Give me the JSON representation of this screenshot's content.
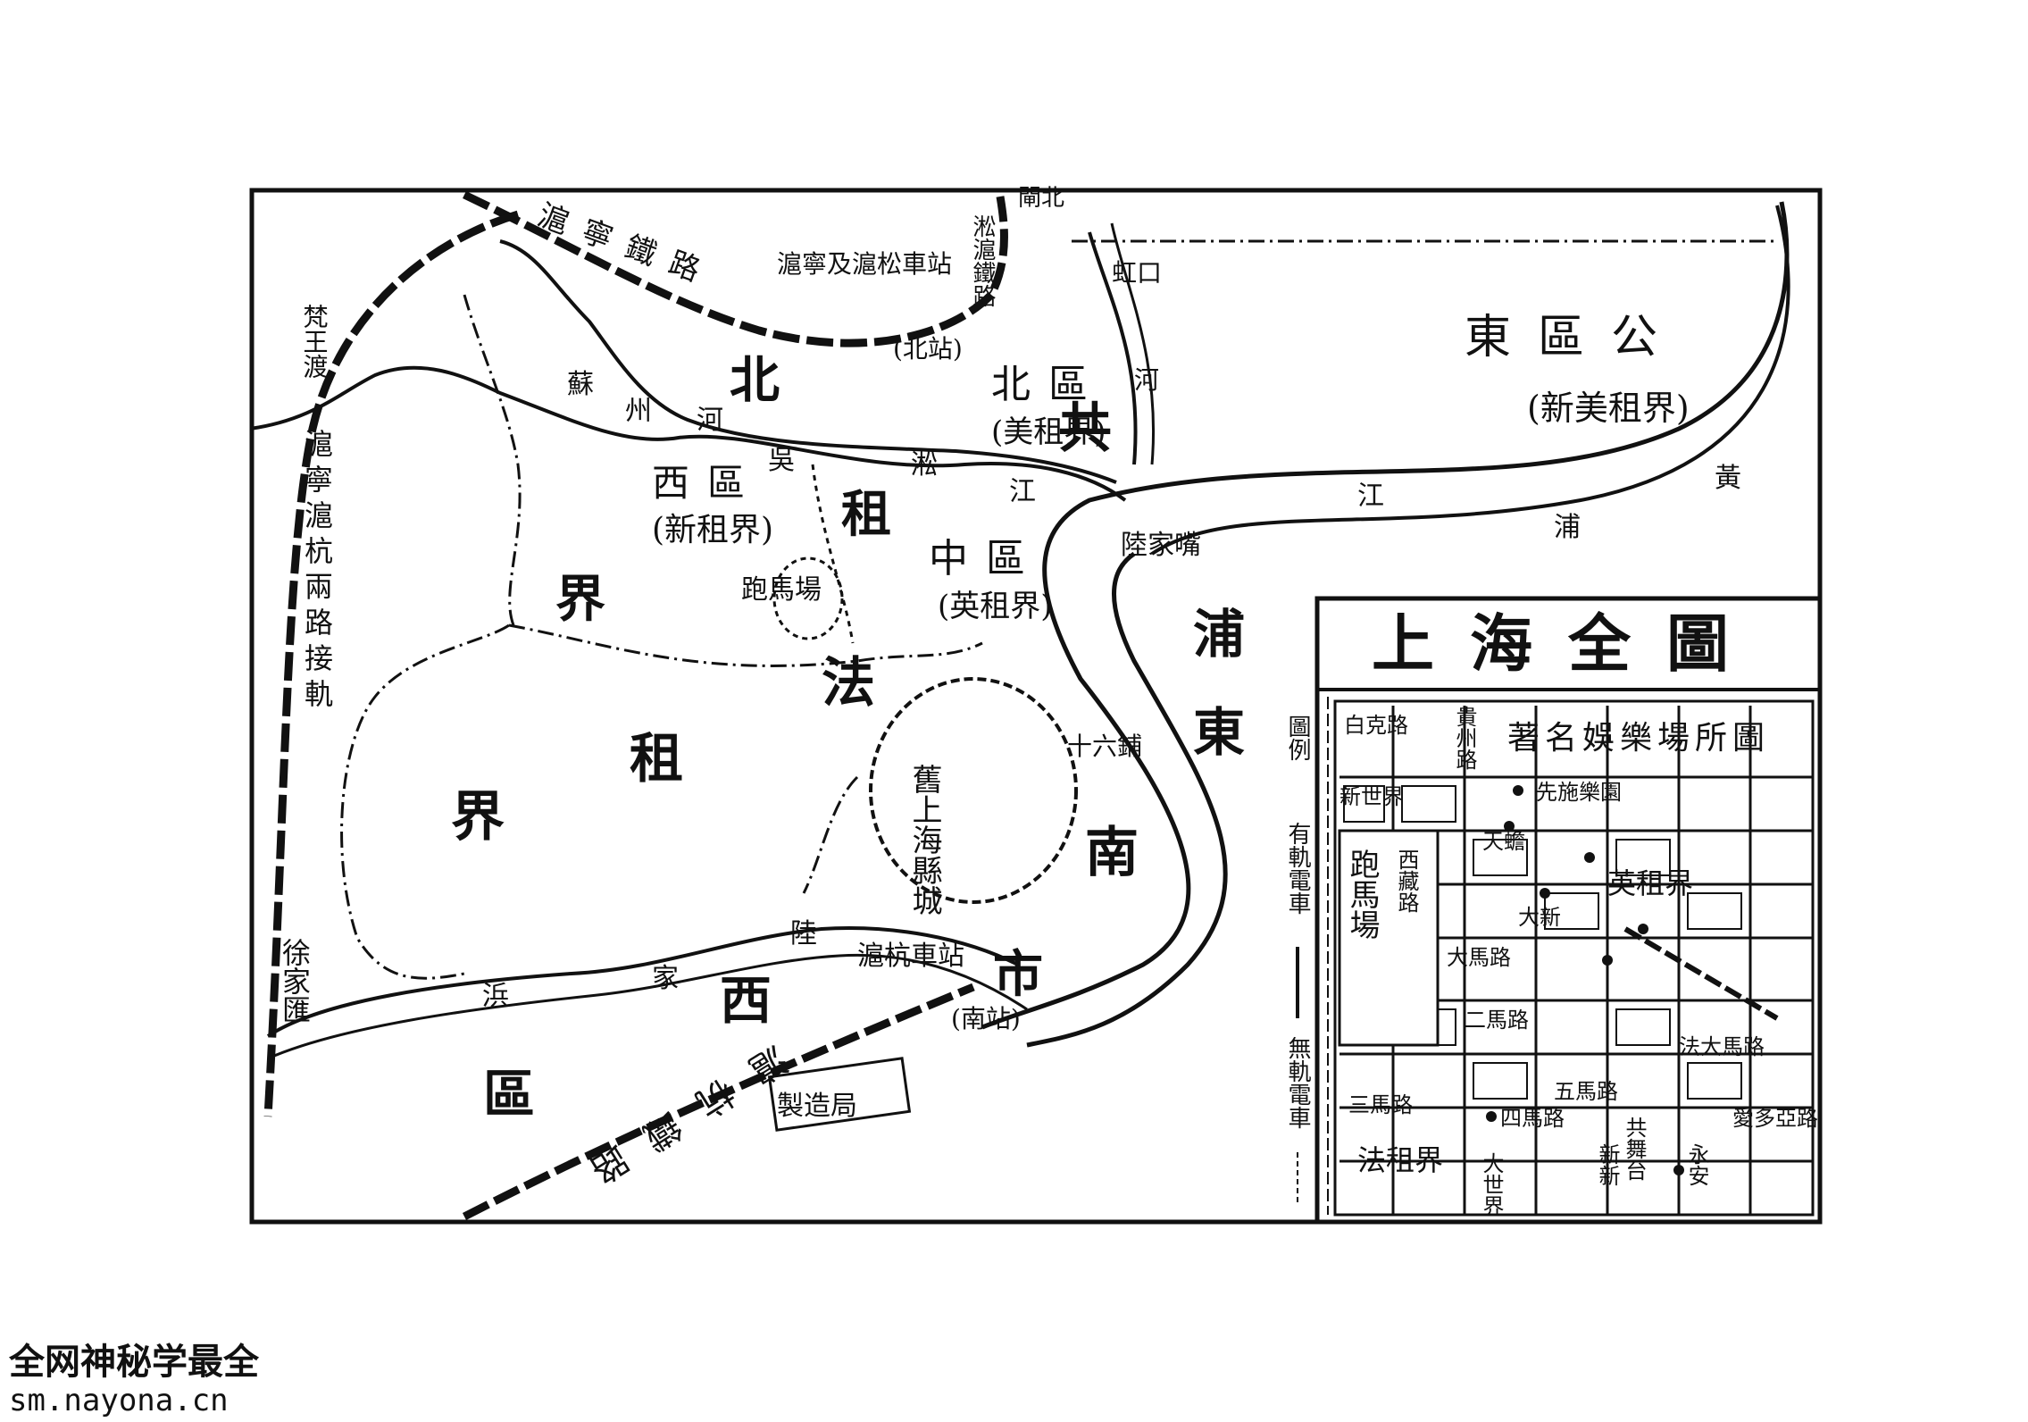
{
  "map": {
    "title": "上海全圖",
    "inset_title": "著名娛樂場所圖",
    "legend": {
      "heading": "圖例",
      "tram": "有軌電車",
      "trolley": "無軌電車"
    },
    "districts": [
      {
        "id": "east",
        "name": "東區公",
        "note": "(新美租界)"
      },
      {
        "id": "north",
        "name": "北區",
        "note": "(美租界)"
      },
      {
        "id": "west",
        "name": "西區",
        "note": "(新租界)"
      },
      {
        "id": "central",
        "name": "中區",
        "note": "(英租界)"
      }
    ],
    "big_labels": {
      "gong": "共",
      "bei": "北",
      "zu1": "租",
      "jie1": "界",
      "fa": "法",
      "zu2": "租",
      "jie2": "界",
      "pudong1": "浦",
      "pudong2": "東",
      "nan": "南",
      "shi": "市",
      "xi": "西",
      "qu": "區"
    },
    "places": {
      "racecourse": "跑馬場",
      "old_city": "舊上海縣城",
      "lujiazui": "陸家嘴",
      "shiliupu": "十六鋪",
      "north_station": "(北站)",
      "south_station": "(南站)",
      "huhang_station": "滬杭車站",
      "huning_station": "滬寧及滬松車站",
      "arsenal": "製造局",
      "fanwangdu": "梵王渡",
      "xujiahui": "徐家匯",
      "hongkou": "虹口",
      "zhabei": "閘北"
    },
    "rivers": {
      "suzhou": [
        "蘇",
        "州",
        "河"
      ],
      "wusong": [
        "吳",
        "淞",
        "江"
      ],
      "huangpu": [
        "黃",
        "浦",
        "江"
      ],
      "hongkou_creek": [
        "河"
      ],
      "zhaojiabang": [
        "浜",
        "家",
        "陸"
      ]
    },
    "railways": {
      "huning": "滬寧鐵路",
      "songhu": "淞滬鐵路",
      "huhang": "滬杭鐵路",
      "junction": "滬寧滬杭兩路接軌"
    },
    "inset_labels": [
      "白克路",
      "貴州路",
      "新世界",
      "跑馬場",
      "西藏路",
      "大世界",
      "先施樂園",
      "天蟾",
      "大新",
      "法租界",
      "英租界",
      "共舞台",
      "大馬路",
      "二馬路",
      "三馬路",
      "四馬路",
      "五馬路",
      "法大馬路",
      "愛多亞路",
      "新新",
      "永安"
    ]
  },
  "watermark": {
    "line1": "全网神秘学最全",
    "line2": "sm.nayona.cn"
  }
}
